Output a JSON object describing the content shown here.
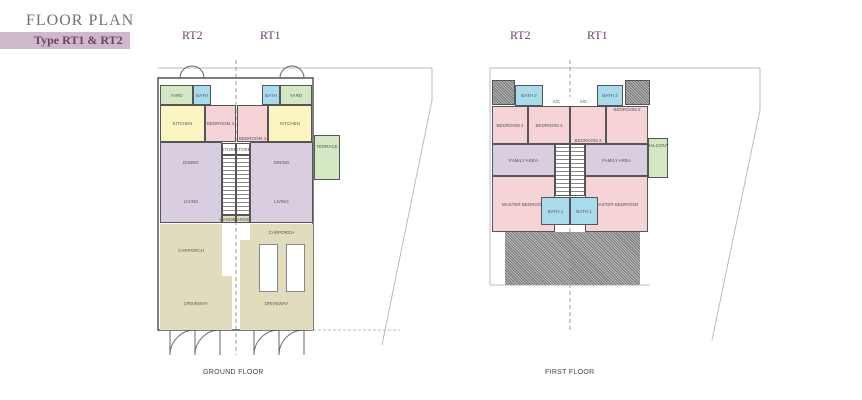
{
  "header": {
    "title": "FLOOR PLAN",
    "subtitle": "Type RT1 & RT2"
  },
  "units": [
    "RT2",
    "RT1",
    "RT2",
    "RT1"
  ],
  "ground_floor": {
    "caption": "GROUND FLOOR",
    "rooms": {
      "yard": "YARD",
      "bath": "BATH",
      "kitchen": "KITCHEN",
      "bedroom4": "BEDROOM 4",
      "dining": "DINING",
      "living": "LIVING",
      "store": "STORE",
      "terrace": "TERRACE",
      "carporch": "CARPORCH",
      "driveway": "DRIVEWAY",
      "garden": "GARDEN"
    }
  },
  "first_floor": {
    "caption": "FIRST FLOOR",
    "rooms": {
      "bath2": "BATH 2",
      "ac": "A/C",
      "bedroom2": "BEDROOM 2",
      "bedroom3": "BEDROOM 3",
      "family": "FAMILY AREA",
      "master": "MASTER BEDROOM",
      "bath1": "BATH 1",
      "balcony": "BALCONY"
    }
  },
  "colors": {
    "accent": "#6e3f68",
    "green": "#d5e8c4",
    "blue": "#a8dced",
    "yellow": "#fbf6c1",
    "pink": "#f5d3d7",
    "purple": "#d9cde0",
    "beige": "#e2dcbf"
  }
}
